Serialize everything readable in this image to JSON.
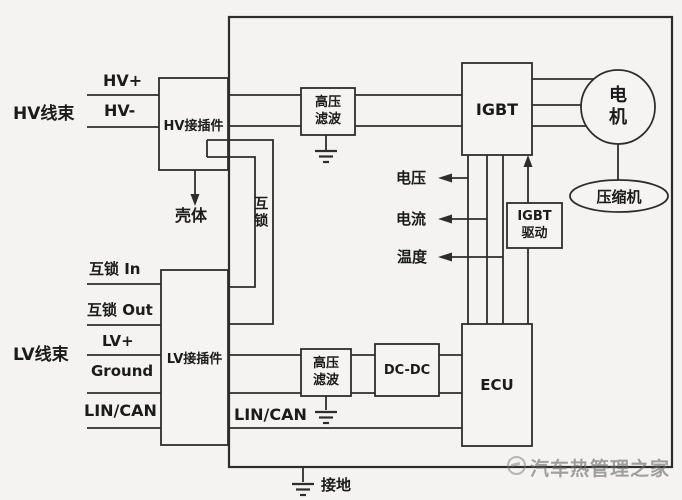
{
  "diagram": {
    "background": "#f4f3f1",
    "line_color": "#2d2d2d",
    "hv_section": {
      "harness_label": "HV线束",
      "pins": [
        {
          "label": "HV+"
        },
        {
          "label": "HV-"
        }
      ],
      "connector_label": "HV接插件",
      "housing_label": "壳体"
    },
    "lv_section": {
      "harness_label": "LV线束",
      "pins": [
        {
          "label": "互锁 In"
        },
        {
          "label": "互锁 Out"
        },
        {
          "label": "LV+"
        },
        {
          "label": "Ground"
        },
        {
          "label": "LIN/CAN"
        }
      ],
      "connector_label": "LV接插件",
      "lin_can_internal_label": "LIN/CAN"
    },
    "interlock_label": "互锁",
    "blocks": {
      "hv_filter_top": {
        "line1": "高压",
        "line2": "滤波"
      },
      "hv_filter_bottom": {
        "line1": "高压",
        "line2": "滤波"
      },
      "igbt": {
        "label": "IGBT"
      },
      "igbt_driver": {
        "line1": "IGBT",
        "line2": "驱动"
      },
      "dcdc": {
        "label": "DC-DC"
      },
      "ecu": {
        "label": "ECU"
      },
      "motor": {
        "line1": "电",
        "line2": "机"
      },
      "compressor": {
        "label": "压缩机"
      }
    },
    "signals": [
      {
        "label": "电压"
      },
      {
        "label": "电流"
      },
      {
        "label": "温度"
      }
    ],
    "ground_label": "接地",
    "watermark": {
      "text": "汽车热管理之家"
    }
  }
}
